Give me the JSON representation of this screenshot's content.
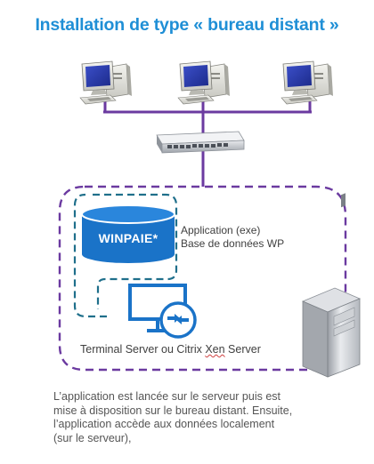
{
  "title": "Installation de type « bureau distant »",
  "database": {
    "name": "WINPAIE*"
  },
  "app_labels": {
    "line1": "Application (exe)",
    "line2": "Base de données WP"
  },
  "terminal_server": {
    "prefix": "Terminal Server ou Citrix ",
    "underlined": "Xen",
    "suffix": " Server"
  },
  "description": [
    "L’application est lancée sur le serveur puis est",
    "mise à disposition sur le bureau distant. Ensuite,",
    "l’application accède aux données localement",
    "(sur le serveur),"
  ],
  "colors": {
    "title": "#1f8fd6",
    "network_line": "#6b3aa0",
    "dashed_outer": "#6b3aa0",
    "dashed_inner": "#1f6f8b",
    "database": "#1a73c8",
    "monitor_icon": "#1a73c8"
  },
  "icons": [
    "desktop-computer-icon",
    "network-switch-icon",
    "database-icon",
    "remote-desktop-icon",
    "server-tower-icon"
  ]
}
